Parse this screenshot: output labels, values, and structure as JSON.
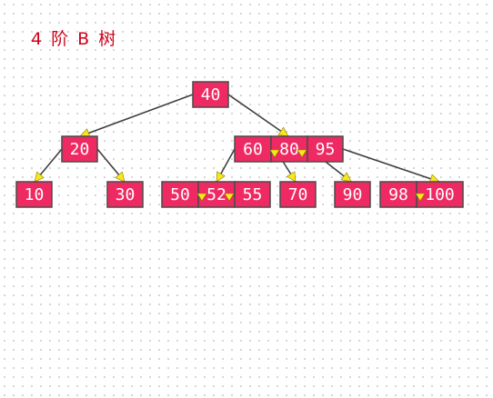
{
  "title": "4 阶 B 树",
  "colors": {
    "node_fill": "#ef2a63",
    "node_border": "#4a4a4a",
    "key_text": "#ffffff",
    "edge": "#404040",
    "arrowhead": "#f8e71c",
    "title": "#d0021b"
  },
  "nodes": [
    {
      "id": "root",
      "keys": [
        "40"
      ]
    },
    {
      "id": "n20",
      "keys": [
        "20"
      ]
    },
    {
      "id": "n60-80-95",
      "keys": [
        "60",
        "80",
        "95"
      ]
    },
    {
      "id": "leaf10",
      "keys": [
        "10"
      ]
    },
    {
      "id": "leaf30",
      "keys": [
        "30"
      ]
    },
    {
      "id": "leaf50-52-55",
      "keys": [
        "50",
        "52",
        "55"
      ]
    },
    {
      "id": "leaf70",
      "keys": [
        "70"
      ]
    },
    {
      "id": "leaf90",
      "keys": [
        "90"
      ]
    },
    {
      "id": "leaf98-100",
      "keys": [
        "98",
        "100"
      ]
    }
  ],
  "edges": [
    {
      "from": "root",
      "to": "n20"
    },
    {
      "from": "root",
      "to": "n60-80-95"
    },
    {
      "from": "n20",
      "to": "leaf10"
    },
    {
      "from": "n20",
      "to": "leaf30"
    },
    {
      "from": "n60-80-95",
      "to": "leaf50-52-55"
    },
    {
      "from": "n60-80-95",
      "to": "leaf70"
    },
    {
      "from": "n60-80-95",
      "to": "leaf90"
    },
    {
      "from": "n60-80-95",
      "to": "leaf98-100"
    }
  ]
}
